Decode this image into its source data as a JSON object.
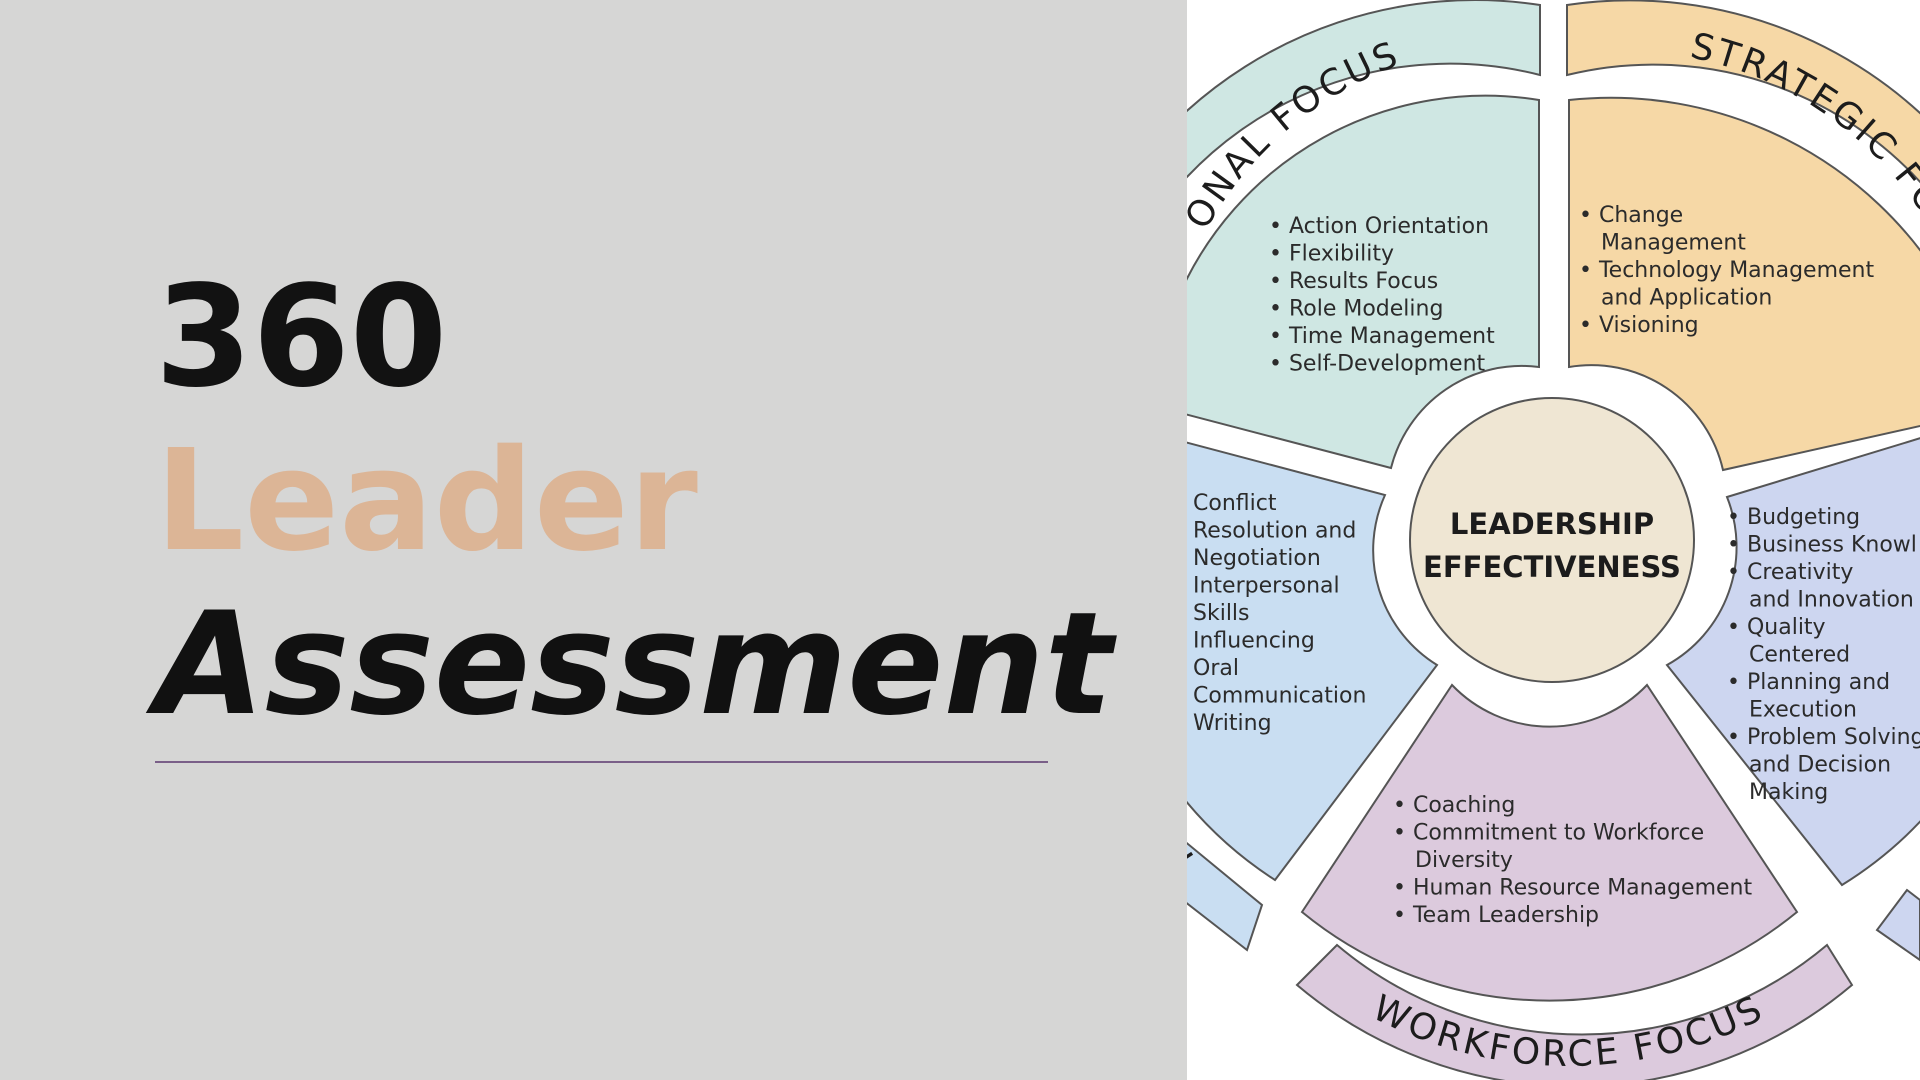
{
  "title": {
    "line1": "360",
    "line2": "Leader",
    "line3": "Assessment"
  },
  "colors": {
    "background": "#d6d6d5",
    "accent_leader": "#dcb596",
    "divider": "#7a5f88",
    "personal": "#cfe7e3",
    "strategic": "#f6d8a6",
    "interpersonal": "#c9def2",
    "business": "#cdd6f0",
    "workforce": "#dccadd",
    "center": "#efe6d3"
  },
  "wheel": {
    "center": {
      "line1": "LEADERSHIP",
      "line2": "EFFECTIVENESS"
    },
    "rings": {
      "personal": "ONAL FOCUS",
      "strategic": "STRATEGIC FO",
      "workforce": "WORKFORCE FOCUS",
      "interpersonal": "INT"
    },
    "personal_items": [
      "• Action Orientation",
      "• Flexibility",
      "• Results Focus",
      "• Role Modeling",
      "• Time Management",
      "• Self-Development"
    ],
    "strategic_items": [
      "• Change",
      "Management",
      "• Technology Management",
      "and Application",
      "• Visioning"
    ],
    "interpersonal_items": [
      "Conflict",
      "Resolution and",
      "Negotiation",
      "Interpersonal",
      "Skills",
      "Influencing",
      "Oral",
      "Communication",
      "Writing"
    ],
    "business_items": [
      "• Budgeting",
      "• Business Knowl",
      "• Creativity",
      "and Innovation",
      "• Quality",
      "Centered",
      "• Planning and",
      "Execution",
      "• Problem Solving",
      "and Decision",
      "Making"
    ],
    "workforce_items": [
      "• Coaching",
      "• Commitment to Workforce",
      "Diversity",
      "• Human Resource Management",
      "• Team Leadership"
    ]
  }
}
